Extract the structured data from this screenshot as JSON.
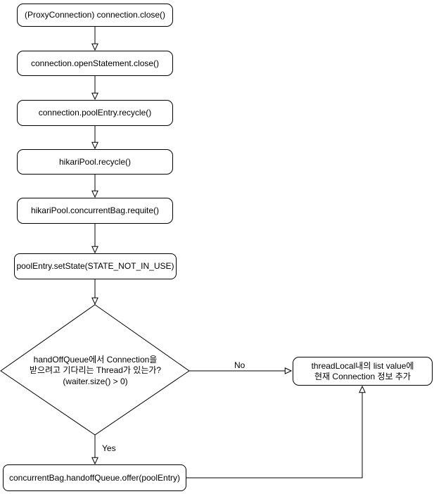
{
  "colors": {
    "background": "#ffffff",
    "node_fill": "#ffffff",
    "stroke": "#000000",
    "text": "#000000"
  },
  "nodes": {
    "proxy_connection_close": {
      "label": "(ProxyConnection) connection.close()"
    },
    "open_statement_close": {
      "label": "connection.openStatement.close()"
    },
    "pool_entry_recycle": {
      "label": "connection.poolEntry.recycle()"
    },
    "hikari_pool_recycle": {
      "label": "hikariPool.recycle()"
    },
    "concurrent_bag_requite": {
      "label": "hikariPool.concurrentBag.requite()"
    },
    "set_state_not_in_use": {
      "label": "poolEntry.setState(STATE_NOT_IN_USE)"
    },
    "decision_waiting_thread": {
      "line1": "handOffQueue에서 Connection을",
      "line2": "받으려고 기다리는 Thread가 있는가?",
      "line3": "(waiter.size() > 0)"
    },
    "thread_local_add": {
      "line1": "threadLocal내의 list value에",
      "line2": "현재 Connection 정보 추가"
    },
    "handoff_queue_offer": {
      "label": "concurrentBag.handoffQueue.offer(poolEntry)"
    }
  },
  "edges": {
    "yes_label": "Yes",
    "no_label": "No"
  }
}
